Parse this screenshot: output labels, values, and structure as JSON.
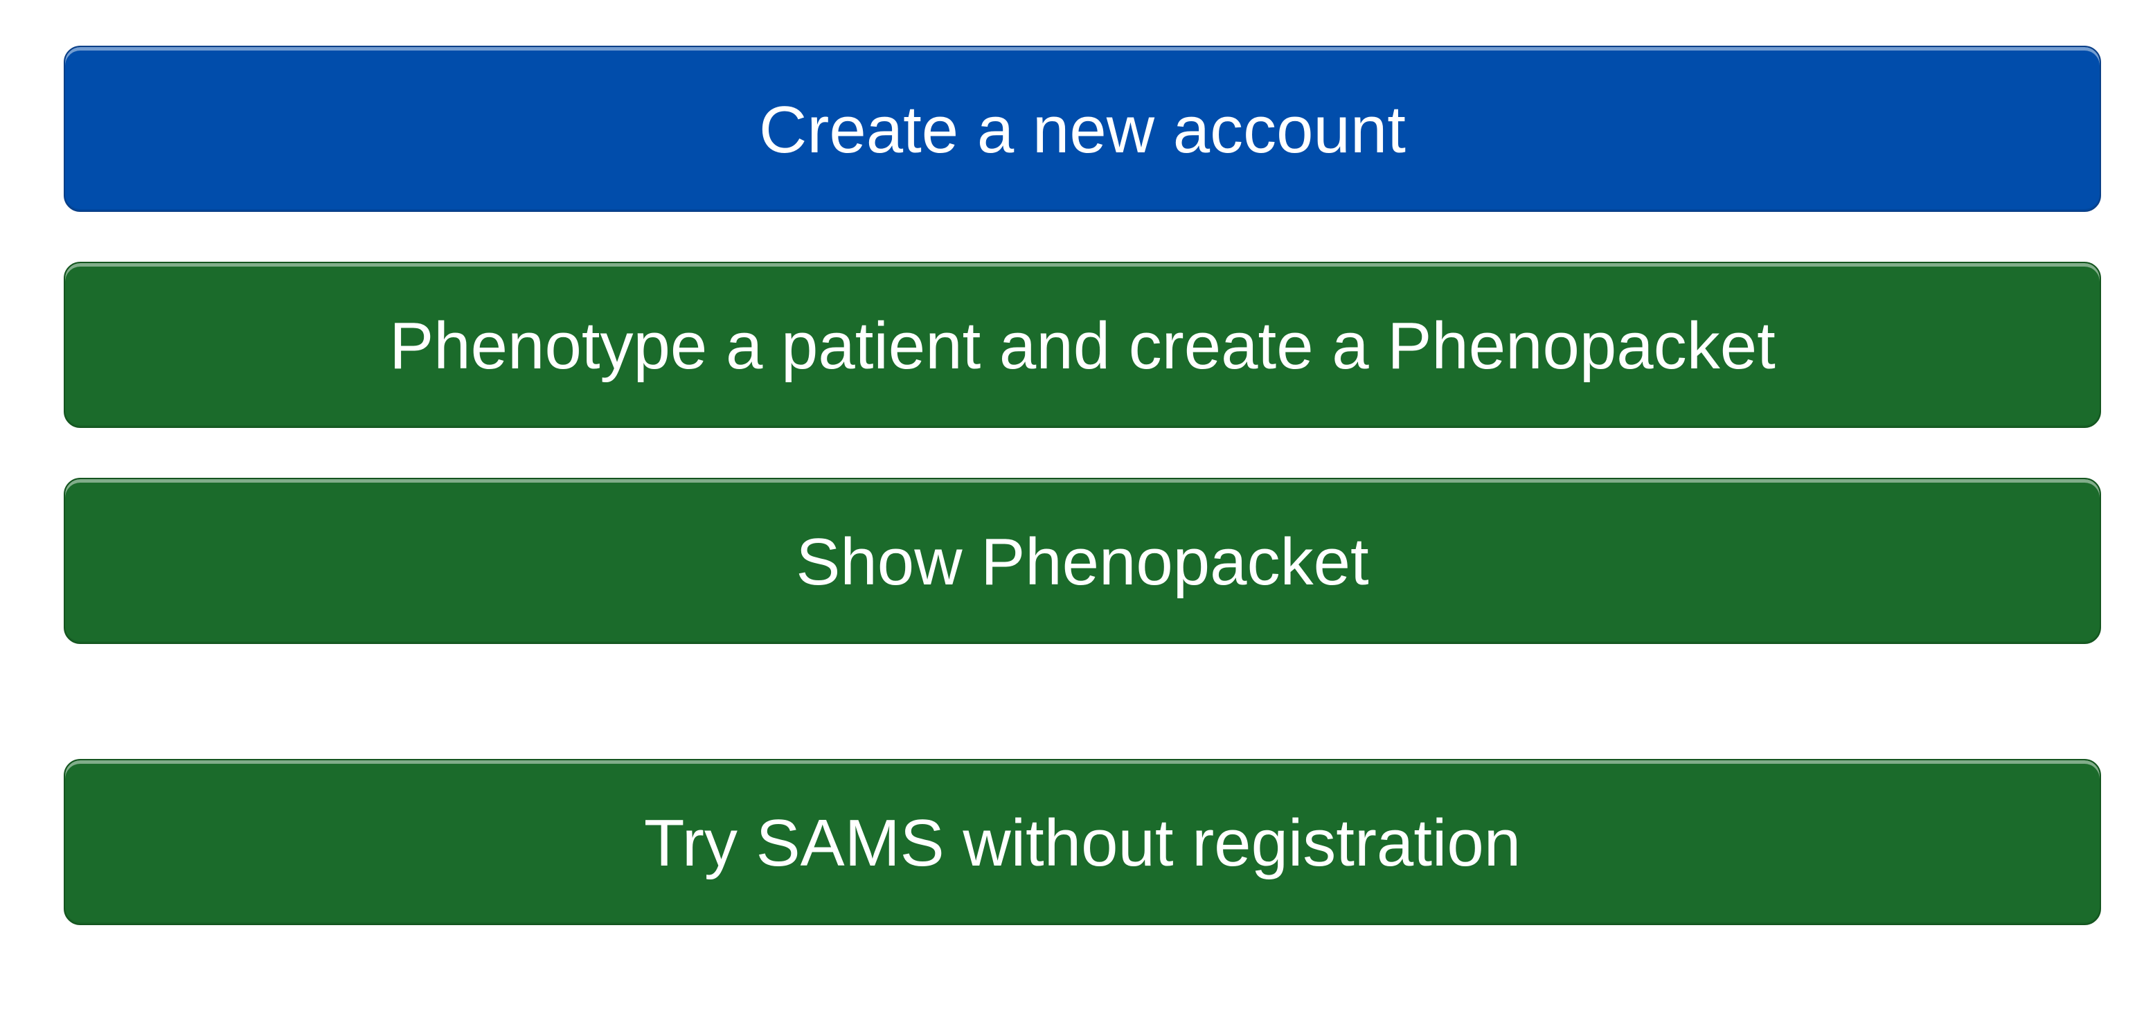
{
  "buttons": {
    "create_account": {
      "label": "Create a new account",
      "color": "#014dab"
    },
    "phenotype_patient": {
      "label": "Phenotype a patient and create a Phenopacket",
      "color": "#1b6b2b"
    },
    "show_phenopacket": {
      "label": "Show Phenopacket",
      "color": "#1b6b2b"
    },
    "try_without_registration": {
      "label": "Try SAMS without registration",
      "color": "#1b6b2b"
    }
  }
}
